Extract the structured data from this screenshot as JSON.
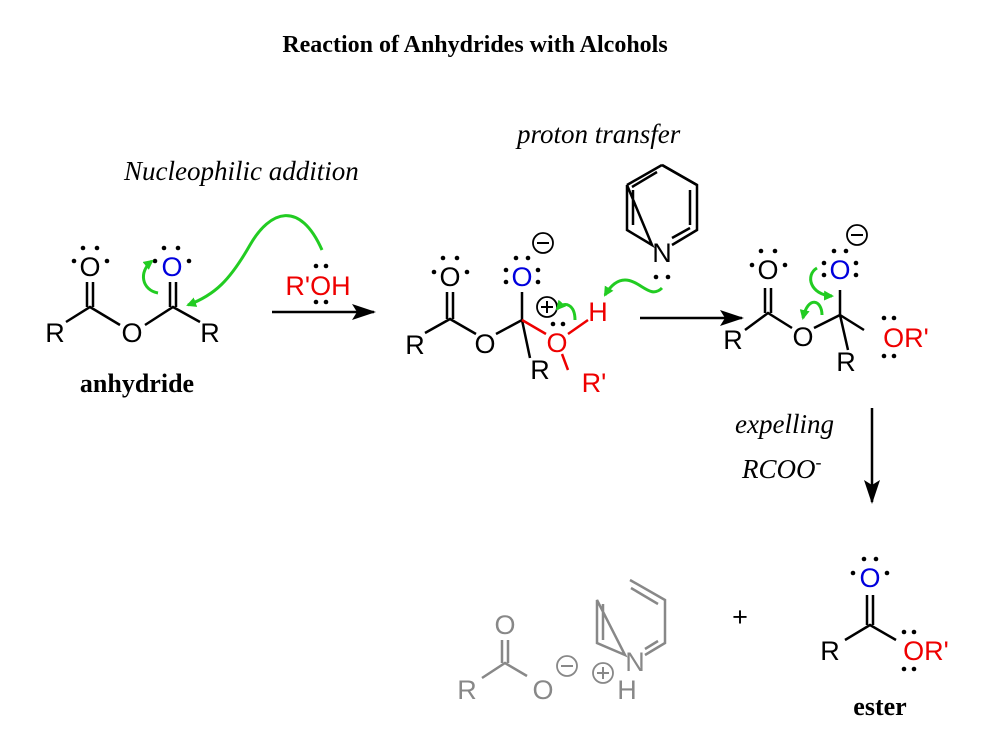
{
  "title": "Reaction of Anhydrides with Alcohols",
  "steps": {
    "nucleophilic_addition": "Nucleophilic addition",
    "proton_transfer": "proton transfer",
    "expelling": "expelling",
    "expelling_group": "RCOO",
    "expelling_charge": "-"
  },
  "labels": {
    "anhydride": "anhydride",
    "ester": "ester",
    "plus": "+"
  },
  "atoms": {
    "O": "O",
    "R": "R",
    "Rp": "R'",
    "H": "H",
    "N": "N",
    "ROH": "R'OH",
    "ORp": "OR'"
  },
  "colors": {
    "nucleophile": "#e00000",
    "carbonyl_oxygen": "#0000dd",
    "arrows": "#22cc22",
    "byproduct": "#888888"
  }
}
